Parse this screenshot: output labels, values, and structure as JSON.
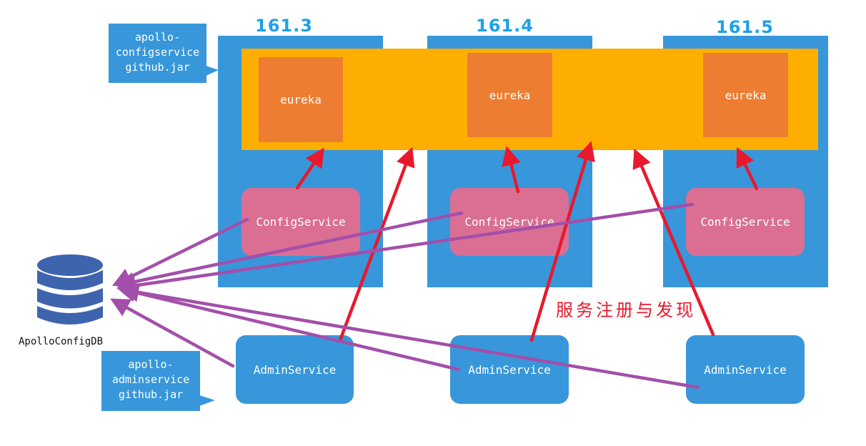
{
  "diagram": {
    "hosts": [
      {
        "label": "161.3",
        "eureka": "eureka",
        "config_service": "ConfigService",
        "admin_service": "AdminService"
      },
      {
        "label": "161.4",
        "eureka": "eureka",
        "config_service": "ConfigService",
        "admin_service": "AdminService"
      },
      {
        "label": "161.5",
        "eureka": "eureka",
        "config_service": "ConfigService",
        "admin_service": "AdminService"
      }
    ],
    "callouts": {
      "configservice_jar": "apollo-\nconfigservice\ngithub.jar",
      "adminservice_jar": "apollo-\nadminservice\ngithub.jar"
    },
    "database": {
      "label": "ApolloConfigDB",
      "icon": "database-icon"
    },
    "registration_label": "服务注册与发现",
    "colors": {
      "host": "#3797da",
      "eureka_bus": "#feae00",
      "eureka": "#ed7d31",
      "config_service": "#da6f93",
      "admin_service": "#3797da",
      "registration_arrow": "#e8192c",
      "db_arrow": "#a34faa",
      "database": "#3e64ae",
      "host_label": "#1da1e6"
    }
  }
}
